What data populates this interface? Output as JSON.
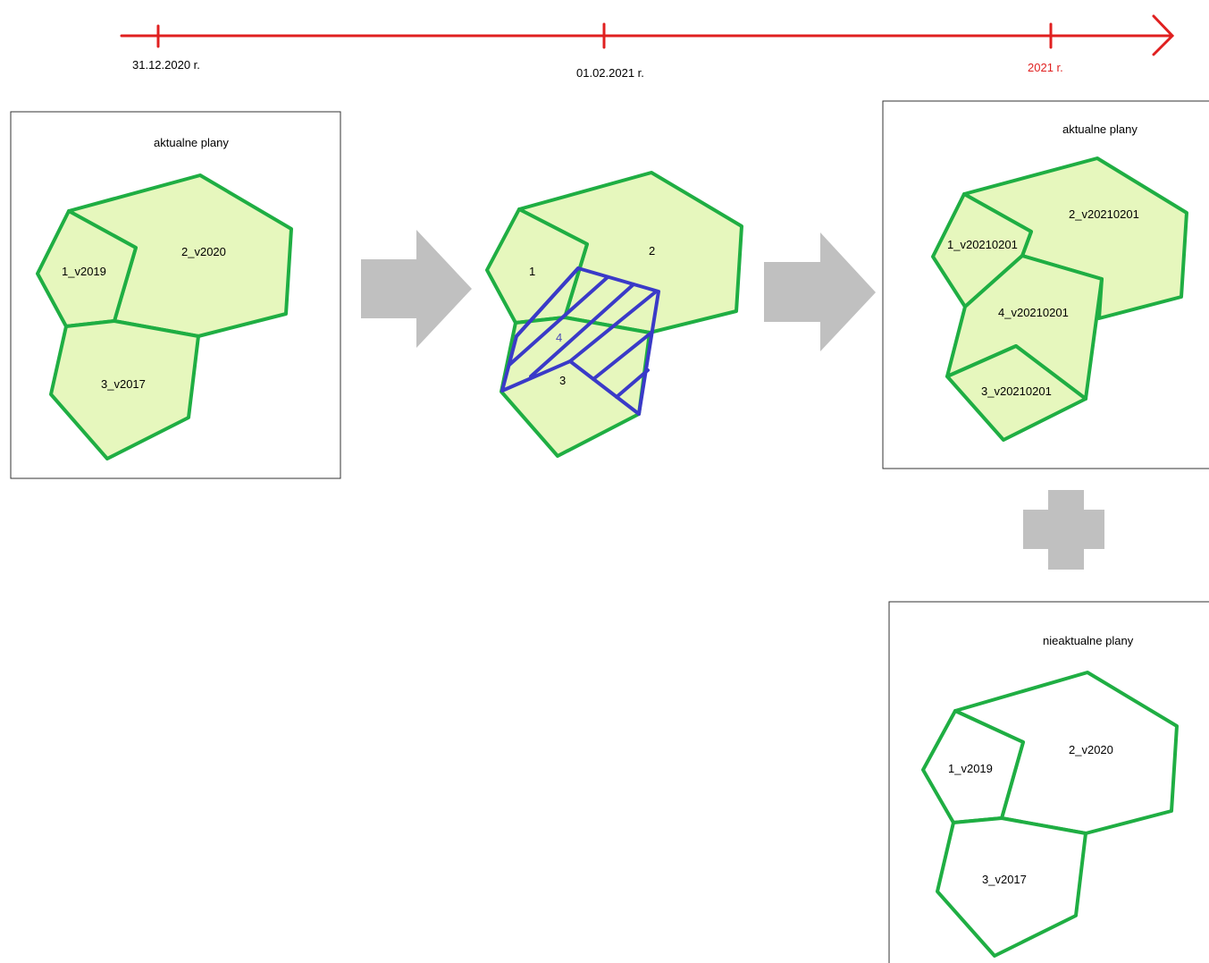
{
  "timeline": {
    "ticks": [
      {
        "label": "31.12.2020 r."
      },
      {
        "label": "01.02.2021 r."
      },
      {
        "label": "2021 r."
      }
    ],
    "color": "#e02020"
  },
  "panels": {
    "before": {
      "title": "aktualne plany",
      "parcels": [
        "1_v2019",
        "2_v2020",
        "3_v2017"
      ]
    },
    "process": {
      "parcels": [
        "1",
        "2",
        "3"
      ],
      "new_plan": "4"
    },
    "after_current": {
      "title": "aktualne plany",
      "parcels": [
        "1_v20210201",
        "2_v20210201",
        "4_v20210201",
        "3_v20210201"
      ]
    },
    "after_archive": {
      "title": "nieaktualne plany",
      "parcels": [
        "1_v2019",
        "2_v2020",
        "3_v2017"
      ]
    }
  },
  "colors": {
    "parcel_fill": "#e6f7bd",
    "parcel_stroke": "#1fae43",
    "overlay_stroke": "#3a3ac8",
    "arrow": "#c0c0c0"
  },
  "icons": [
    "right-arrow-icon",
    "plus-icon"
  ]
}
